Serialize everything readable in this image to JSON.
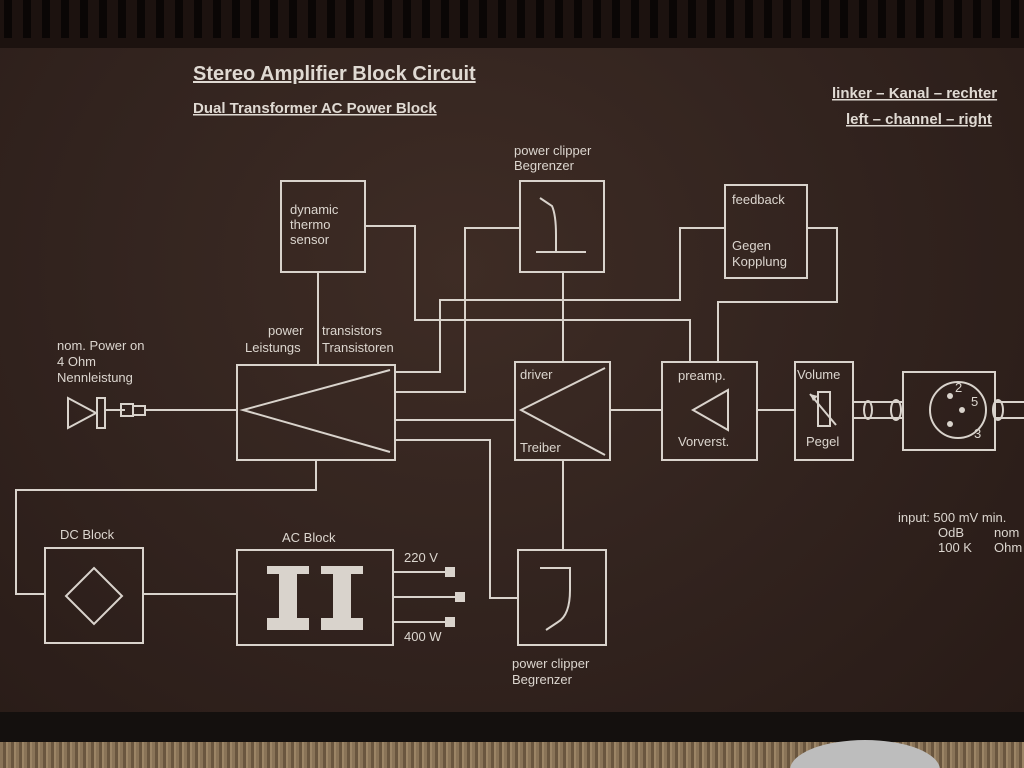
{
  "title": "Stereo Amplifier Block Circuit",
  "subtitle": "Dual Transformer AC Power Block",
  "channels": {
    "line1": "linker – Kanal – rechter",
    "line2": "left – channel – right"
  },
  "blocks": {
    "thermo": [
      "dynamic",
      "thermo",
      "sensor"
    ],
    "clipper_top": {
      "line1": "power clipper",
      "line2": "Begrenzer"
    },
    "feedback": {
      "line1": "feedback",
      "line2": "Gegen",
      "line3": "Kopplung"
    },
    "power": {
      "line1": "power",
      "line1b": "transistors",
      "line2": "Leistungs",
      "line2b": "Transistoren"
    },
    "driver": {
      "line1": "driver",
      "line2": "Treiber"
    },
    "preamp": {
      "line1": "preamp.",
      "line2": "Vorverst."
    },
    "volume": {
      "line1": "Volume",
      "line2": "Pegel"
    },
    "dc_block": "DC Block",
    "ac_block": "AC Block",
    "clipper_bottom": {
      "line1": "power clipper",
      "line2": "Begrenzer"
    }
  },
  "output": [
    "nom. Power on",
    "4 Ohm",
    "Nennleistung"
  ],
  "ac": {
    "voltage": "220 V",
    "power": "400 W"
  },
  "connector_pins": [
    "2",
    "5",
    "3"
  ],
  "input": {
    "line1": "input: 500 mV min.",
    "line2": "OdB",
    "line2b": "nom",
    "line3": "100 K",
    "line3b": "Ohm"
  }
}
